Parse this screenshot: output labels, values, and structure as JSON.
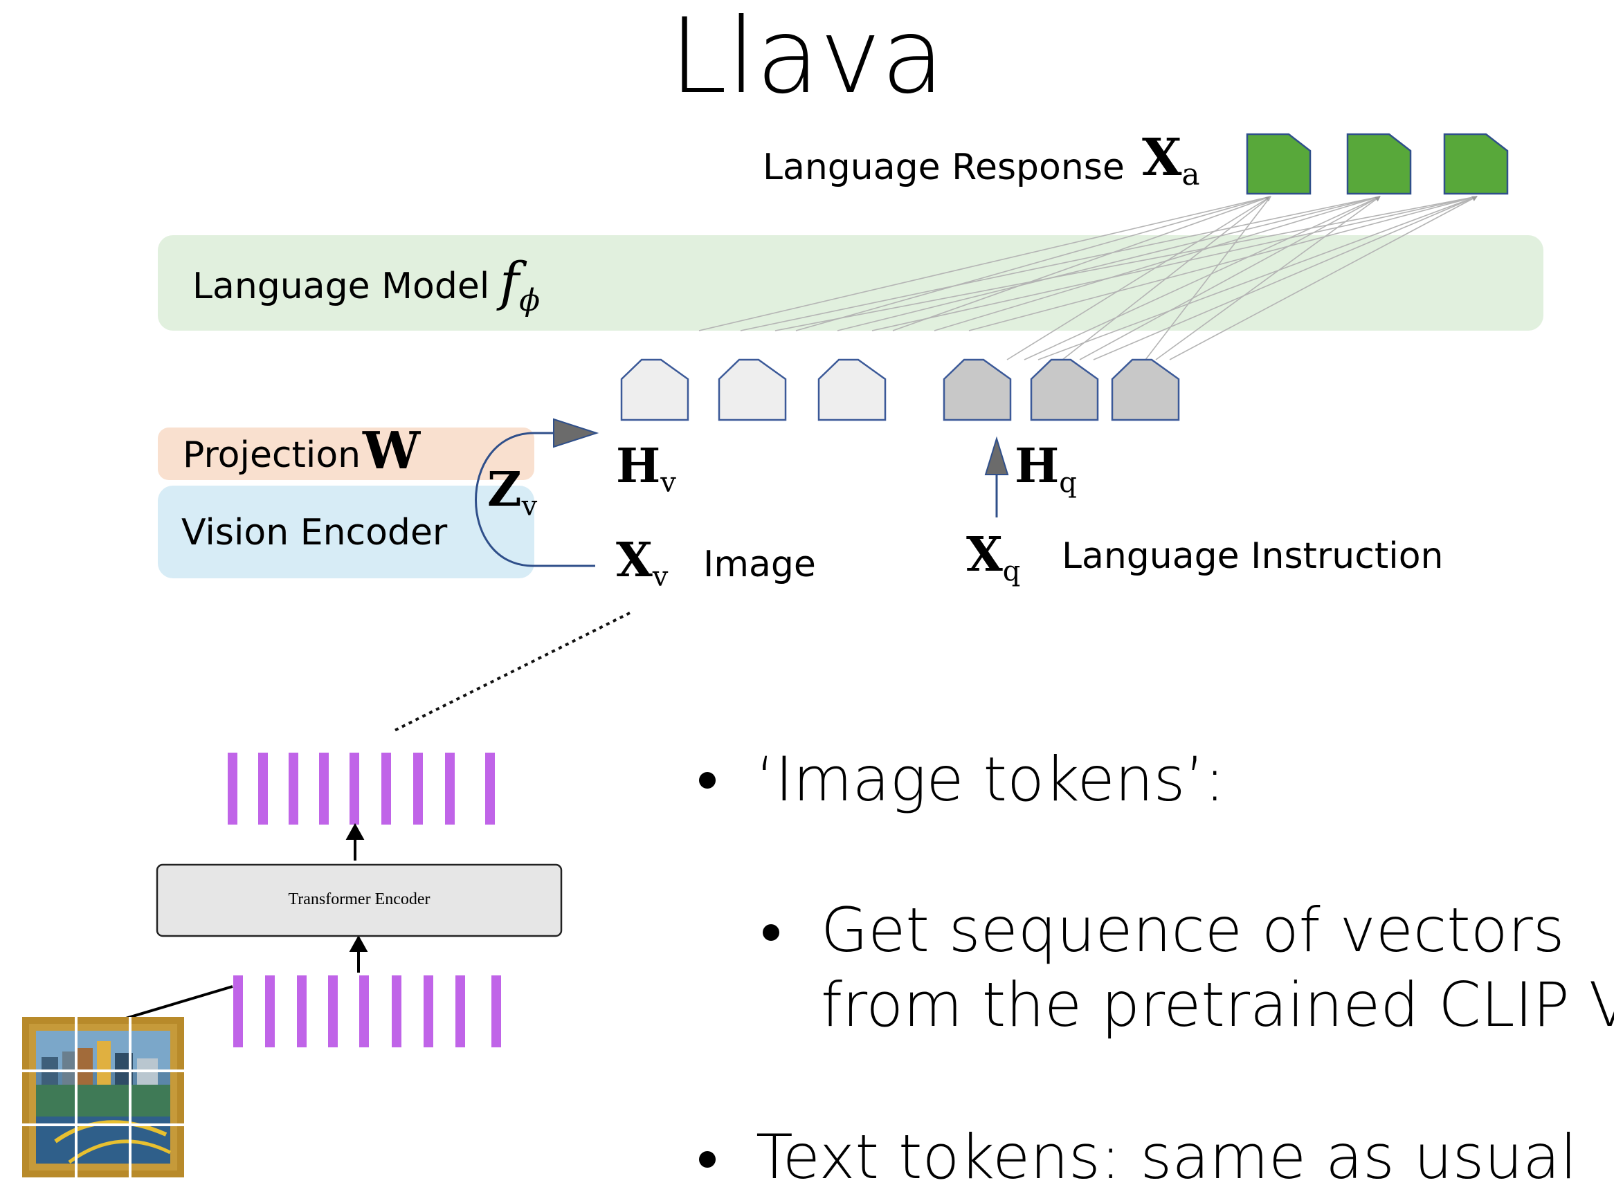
{
  "title": "Llava",
  "diagram": {
    "language_response": "Language Response",
    "language_model": "Language Model",
    "projection": "Projection",
    "vision_encoder": "Vision Encoder",
    "image": "Image",
    "language_instruction": "Language Instruction",
    "transformer_encoder": "Transformer Encoder",
    "symbols": {
      "xa": "X",
      "xa_sub": "a",
      "f": "f",
      "f_sub": "ϕ",
      "w": "W",
      "zv": "Z",
      "zv_sub": "v",
      "hv": "H",
      "hv_sub": "v",
      "xv": "X",
      "xv_sub": "v",
      "hq": "H",
      "hq_sub": "q",
      "xq": "X",
      "xq_sub": "q"
    }
  },
  "bullets": {
    "b1": "‘Image tokens’:",
    "b1_sub": [
      "Get sequence of vectors",
      "from the pretrained CLIP ViT"
    ],
    "b2": "Text tokens: same as usual"
  },
  "colors": {
    "response_token": "#58a83a",
    "visual_token": "#eeeeee",
    "instruction_token": "#c8c8c8",
    "token_outline": "#3b5998",
    "image_token_bar": "#c064e8",
    "lm_band": "#e1f0de",
    "projection_band": "#f9e0cf",
    "vision_band": "#d7ecf6"
  }
}
